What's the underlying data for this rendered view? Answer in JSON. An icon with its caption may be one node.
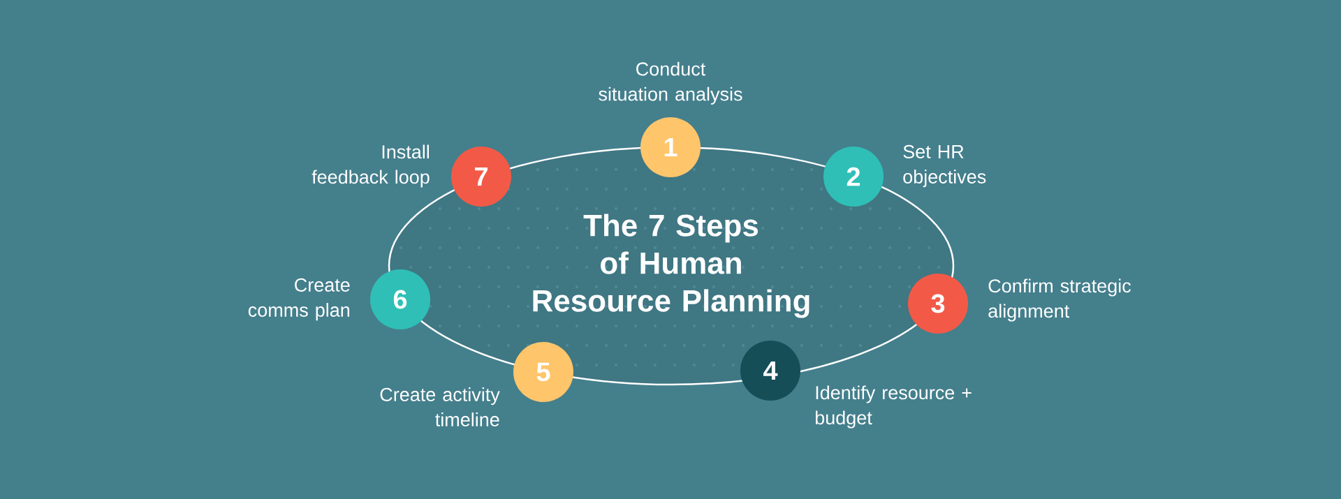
{
  "diagram": {
    "title": "The 7 Steps of Human Resource Planning",
    "nodes": [
      {
        "text": [
          "1"
        ],
        "beside": [
          "Conduct situation analysis"
        ]
      },
      {
        "text": [
          "2"
        ],
        "beside": [
          "Set HR objectives"
        ]
      },
      {
        "text": [
          "3"
        ],
        "beside": [
          "Confirm strategic alignment"
        ]
      },
      {
        "text": [
          "4"
        ],
        "beside": [
          "Identify resource + budget"
        ]
      },
      {
        "text": [
          "5"
        ],
        "beside": [
          "Create activity timeline"
        ]
      },
      {
        "text": [
          "6"
        ],
        "beside": [
          "Create comms plan"
        ]
      },
      {
        "text": [
          "7"
        ],
        "beside": [
          "Install feedback loop"
        ]
      }
    ]
  }
}
